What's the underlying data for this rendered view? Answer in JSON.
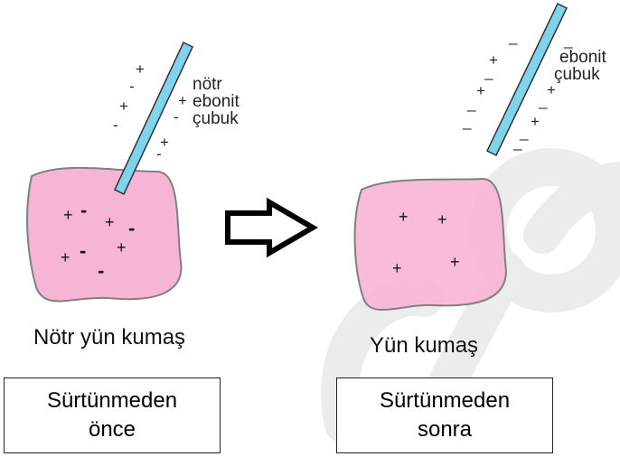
{
  "before": {
    "rod_label_lines": [
      "nötr",
      "ebonit",
      "çubuk"
    ],
    "cloth_caption": "Nötr yün kumaş",
    "box_lines": [
      "Sürtünmeden",
      "önce"
    ]
  },
  "after": {
    "rod_label_lines": [
      "ebonit",
      "çubuk"
    ],
    "cloth_caption": "Yün kumaş",
    "box_lines": [
      "Sürtünmeden",
      "sonra"
    ]
  },
  "colors": {
    "rod": "#7fd3ec",
    "cloth": "#f7b5d5",
    "cloth_edge": "#808080",
    "watermark": "#e8e8e8"
  },
  "icons": {
    "arrow": "hollow-right-arrow-icon"
  }
}
